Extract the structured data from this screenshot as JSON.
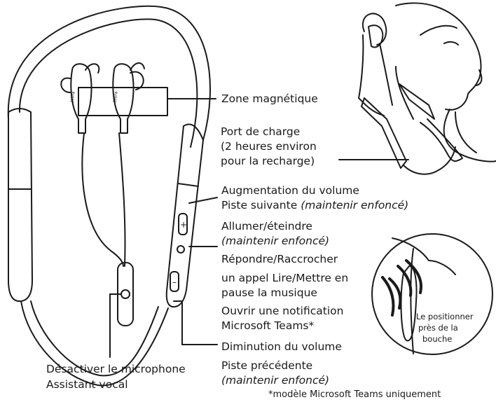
{
  "labels": {
    "magnetic_zone": "Zone magnétique",
    "charging_port": "Port de charge",
    "charging_time_1": "(2 heures environ",
    "charging_time_2": "pour la recharge)",
    "volume_up": "Augmentation du volume",
    "next_track": "Piste suivante",
    "hold_1": "(maintenir enfoncé)",
    "power": "Allumer/éteindre",
    "hold_2": "(maintenir enfoncé)",
    "answer_end": "Répondre/Raccrocher",
    "play_pause_1": "un appel Lire/Mettre en",
    "play_pause_2": "pause la musique",
    "teams_notif_1": "Ouvrir une notification",
    "teams_notif_2": "Microsoft Teams*",
    "volume_down": "Diminution du volume",
    "prev_track": "Piste précédente",
    "hold_3": "(maintenir enfoncé)",
    "mute_mic": "Désactiver le microphone",
    "voice_assistant": "Assistant vocal",
    "position_1": "Le positionner",
    "position_2": "près de la",
    "position_3": "bouche",
    "footnote": "*modèle Microsoft Teams uniquement"
  },
  "icons": {
    "earbud_logo": "Jabra"
  },
  "colors": {
    "ink": "#1a1a1a",
    "background": "#ffffff"
  }
}
